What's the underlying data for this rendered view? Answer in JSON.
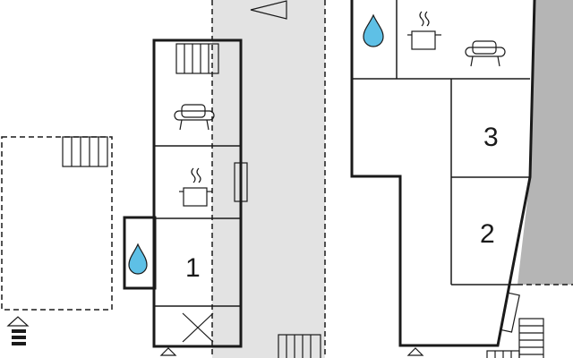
{
  "floor_plan": {
    "rooms": [
      {
        "id": "bedroom-ground",
        "number": "1"
      },
      {
        "id": "bedroom-upper-top",
        "number": "3"
      },
      {
        "id": "bedroom-upper-bottom",
        "number": "2"
      }
    ],
    "icons": [
      "sofa-icon",
      "cooker-icon",
      "bathroom-drop-icon",
      "stairs-icon",
      "entrance-icon",
      "void-cross-icon",
      "north-arrow-icon"
    ]
  }
}
